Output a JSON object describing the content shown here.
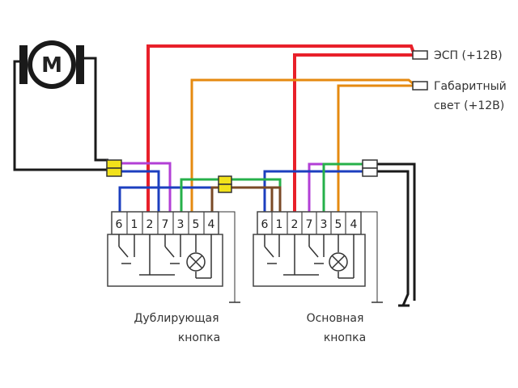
{
  "motor": {
    "label": "M",
    "icon": "motor-icon"
  },
  "outputs": {
    "esp": "ЭСП (+12В)",
    "lights_line1": "Габаритный",
    "lights_line2": "свет (+12В)"
  },
  "buttons": {
    "dup": {
      "caption_line1": "Дублирующая",
      "caption_line2": "кнопка",
      "pins": [
        "6",
        "1",
        "2",
        "7",
        "3",
        "5",
        "4"
      ]
    },
    "main": {
      "caption_line1": "Основная",
      "caption_line2": "кнопка",
      "pins": [
        "6",
        "1",
        "2",
        "7",
        "3",
        "5",
        "4"
      ]
    }
  },
  "colors": {
    "red": "#e8202a",
    "orange": "#e58a10",
    "purple": "#b23fd6",
    "blue": "#1c3fbf",
    "green": "#26b04a",
    "brown": "#7a4a26",
    "black": "#1a1a1a",
    "connector": "#f2e21b"
  }
}
